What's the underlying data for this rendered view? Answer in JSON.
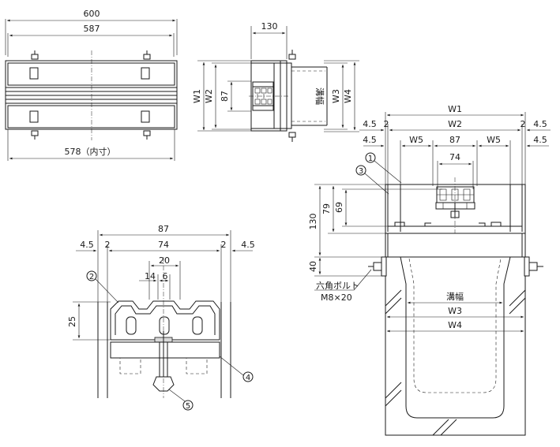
{
  "top_view": {
    "dim_overall": "600",
    "dim_outer": "587",
    "dim_inner": "578（内寸）"
  },
  "side_view": {
    "dim_depth": "130",
    "dim_w1": "W1",
    "dim_w2": "W2",
    "dim_87": "87",
    "label_mizohaba": "溝幅",
    "dim_w3": "W3",
    "dim_w4": "W4"
  },
  "section_view": {
    "dim_w1": "W1",
    "dim_w2": "W2",
    "dim_4_5_left": "4.5",
    "dim_4_5_right": "4.5",
    "dim_2_left": "2",
    "dim_2_right": "2",
    "dim_4_5_b_left": "4.5",
    "dim_4_5_b_right": "4.5",
    "dim_w5_left": "W5",
    "dim_87": "87",
    "dim_w5_right": "W5",
    "dim_74": "74",
    "dim_130": "130",
    "dim_79": "79",
    "dim_69": "69",
    "dim_40": "40",
    "bolt_label": "六角ボルト",
    "bolt_spec": "M8×20",
    "label_mizohaba": "溝幅",
    "dim_w3": "W3",
    "dim_w4": "W4",
    "callout_1": "1",
    "callout_3": "3"
  },
  "detail_view": {
    "dim_87": "87",
    "dim_4_5_left": "4.5",
    "dim_2_left": "2",
    "dim_74": "74",
    "dim_2_right": "2",
    "dim_4_5_right": "4.5",
    "dim_20": "20",
    "dim_14": "14",
    "dim_6": "6",
    "dim_25": "25",
    "callout_2": "2",
    "callout_4": "4",
    "callout_5": "5"
  }
}
